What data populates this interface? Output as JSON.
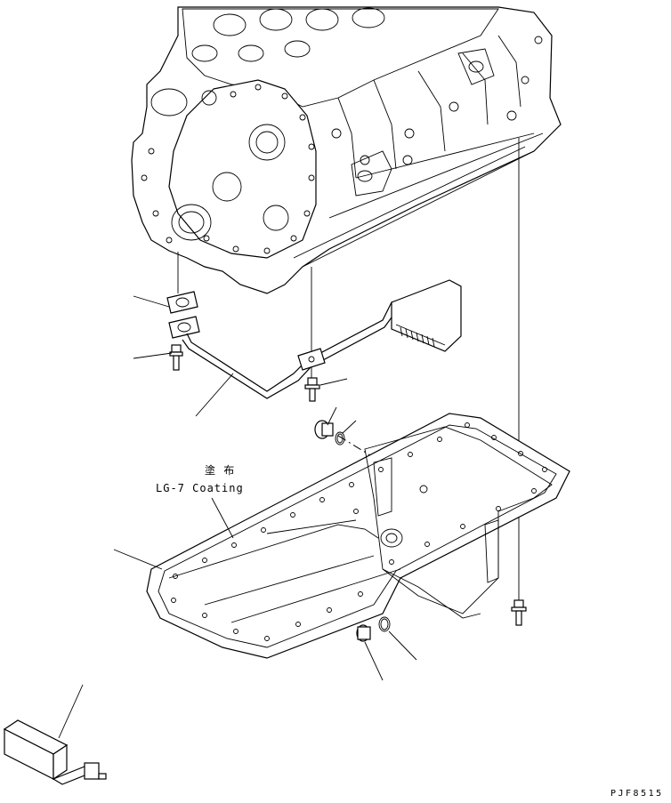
{
  "diagram": {
    "annotation_jp": "塗 布",
    "annotation_en": "LG-7 Coating",
    "drawing_code": "PJF8515"
  }
}
